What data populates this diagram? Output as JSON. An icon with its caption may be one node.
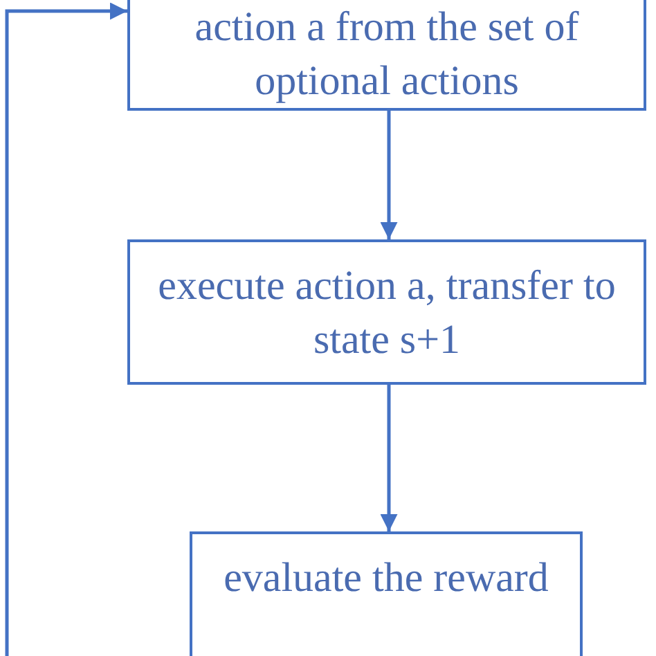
{
  "diagram": {
    "nodes": [
      {
        "text": [
          "action a from the set of optional actions"
        ]
      },
      {
        "text": [
          "execute action a, transfer to state s+1"
        ]
      },
      {
        "text": [
          "evaluate the reward"
        ]
      }
    ],
    "edges": [
      {
        "from": 0,
        "to": 1,
        "arrow": "to"
      },
      {
        "from": 1,
        "to": 2,
        "arrow": "to"
      },
      {
        "from": null,
        "to": 0,
        "arrow": "to"
      }
    ]
  }
}
